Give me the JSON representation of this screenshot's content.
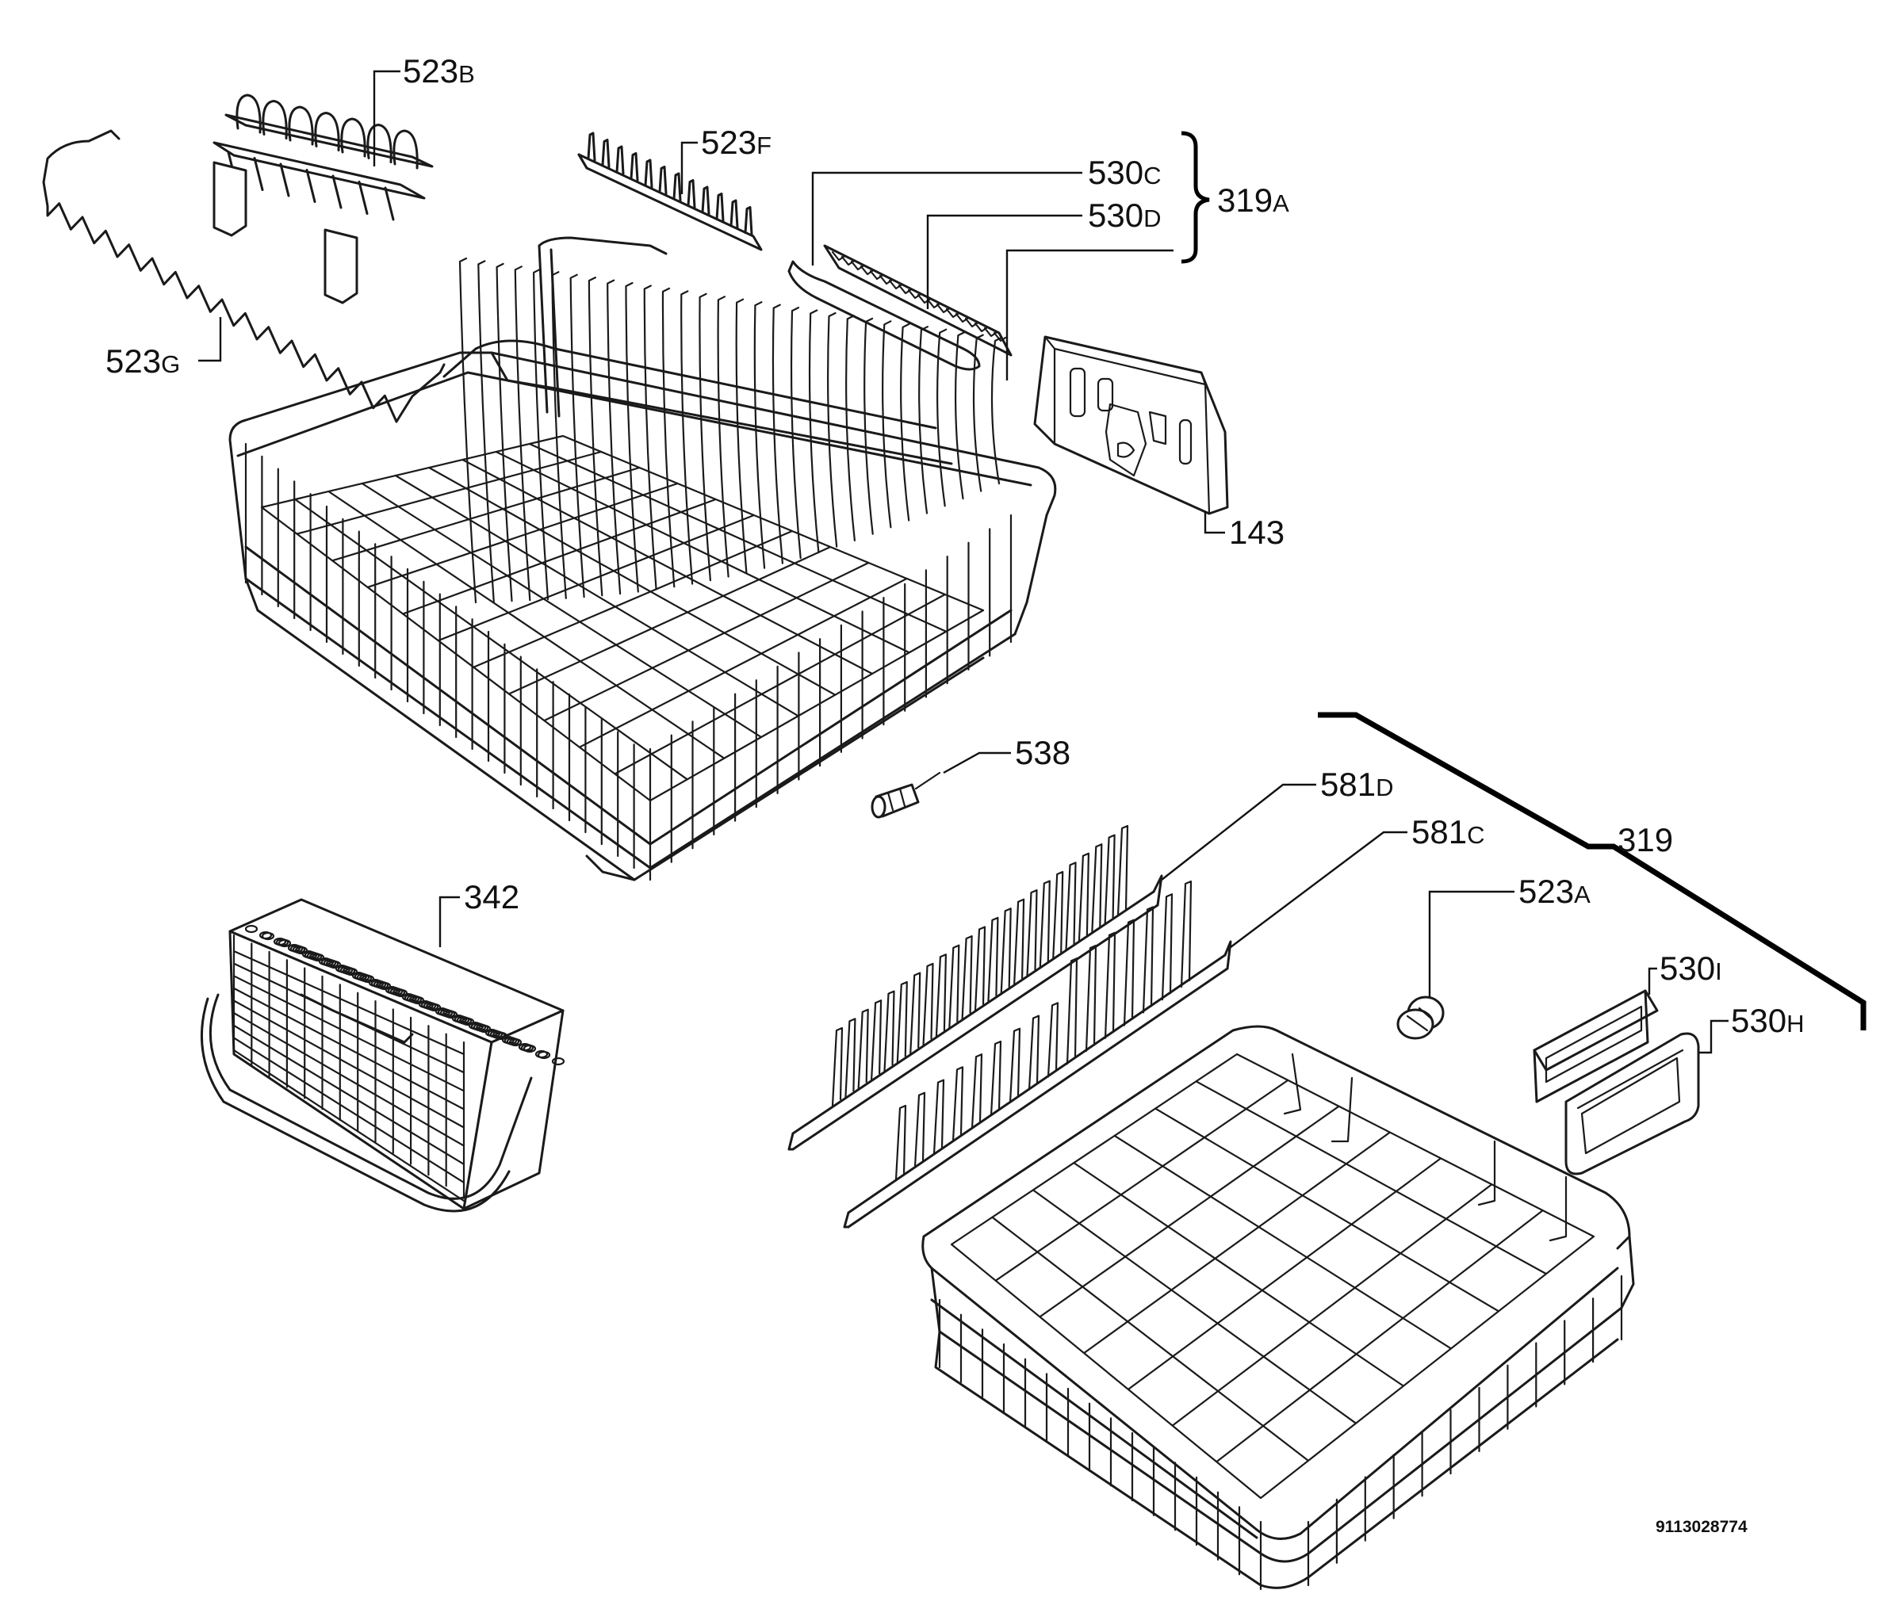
{
  "labels": {
    "p523b": {
      "num": "523",
      "suf": "B"
    },
    "p523f": {
      "num": "523",
      "suf": "F"
    },
    "p523g": {
      "num": "523",
      "suf": "G"
    },
    "p530c": {
      "num": "530",
      "suf": "C"
    },
    "p530d": {
      "num": "530",
      "suf": "D"
    },
    "p319a": {
      "num": "319",
      "suf": "A"
    },
    "p143": {
      "num": "143"
    },
    "p538": {
      "num": "538"
    },
    "p342": {
      "num": "342"
    },
    "p581d": {
      "num": "581",
      "suf": "D"
    },
    "p581c": {
      "num": "581",
      "suf": "C"
    },
    "p319": {
      "num": "319"
    },
    "p523a": {
      "num": "523",
      "suf": "A"
    },
    "p530i": {
      "num": "530",
      "suf": "I"
    },
    "p530h": {
      "num": "530",
      "suf": "H"
    }
  },
  "drawing_code": "9113028774"
}
